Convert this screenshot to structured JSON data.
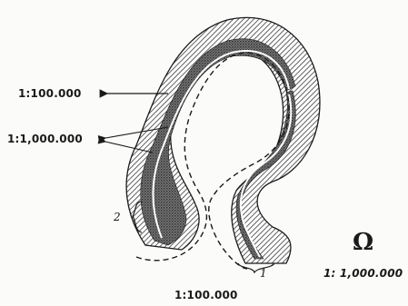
{
  "labels": {
    "upper_scale": "1:100.000",
    "middle_scale": "1:1,000.000",
    "bottom_scale": "1:100.000",
    "symbol_scale": "1: 1,000.000",
    "marker_one": "1",
    "marker_two": "2",
    "symbol": "Ω"
  },
  "colors": {
    "ink": "#1a1a1a",
    "hatch": "#3a3a3a",
    "stipple": "#2a2a2a",
    "paper": "#fbfbf9"
  },
  "icons": {
    "arrow": "arrow-left-icon"
  }
}
